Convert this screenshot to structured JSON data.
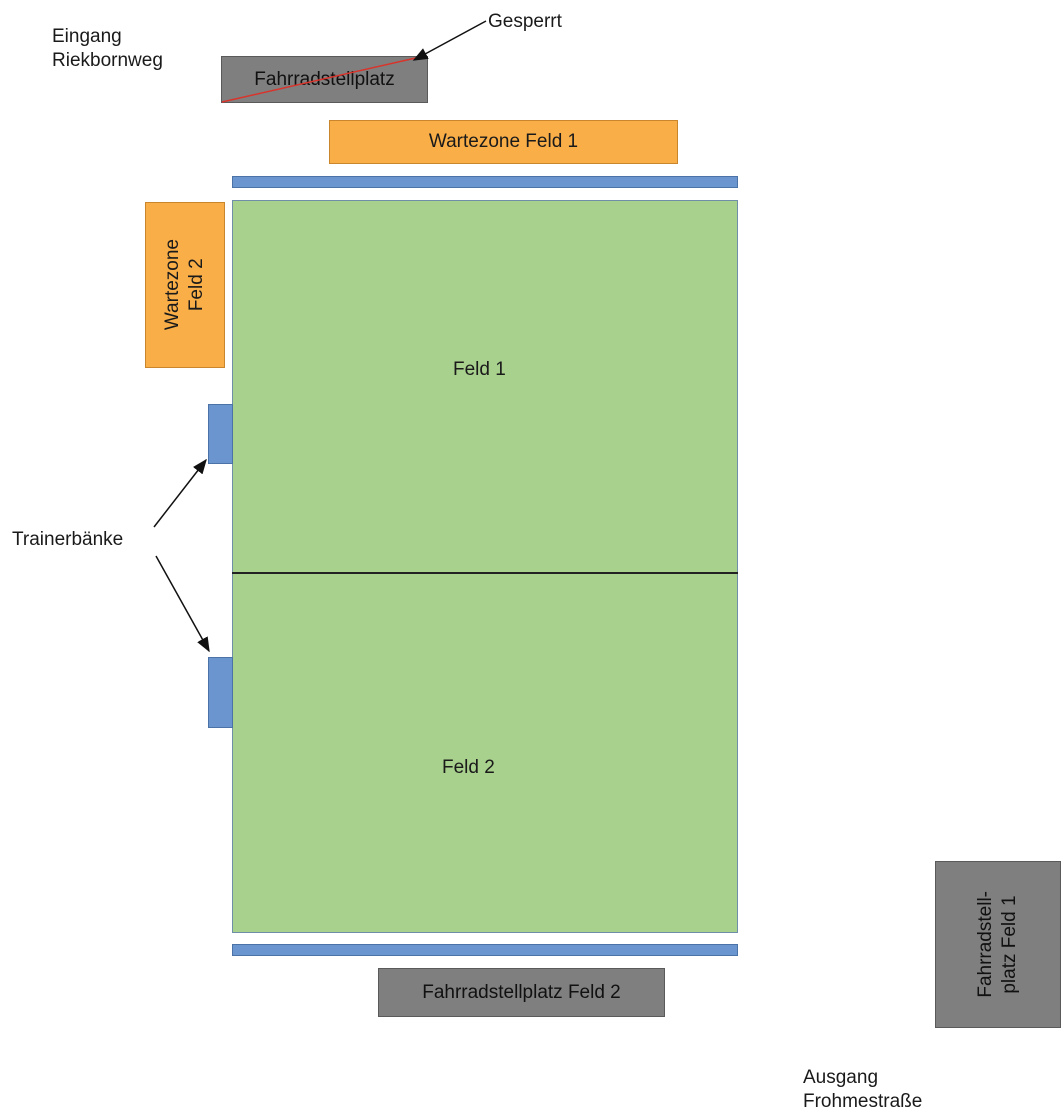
{
  "entrance": {
    "line1": "Eingang",
    "line2": "Riekbornweg"
  },
  "exit": {
    "line1": "Ausgang",
    "line2": "Frohmestraße"
  },
  "blocked_label": "Gesperrt",
  "bike_parking_top": "Fahrradstellplatz",
  "waiting_zone_1": "Wartezone Feld 1",
  "waiting_zone_2": {
    "line1": "Wartezone",
    "line2": "Feld 2"
  },
  "field_1": "Feld 1",
  "field_2": "Feld 2",
  "coach_benches": "Trainerbänke",
  "bike_parking_field_2": "Fahrradstellplatz Feld 2",
  "bike_parking_field_1": {
    "line1": "Fahrradstell-",
    "line2": "platz Feld 1"
  },
  "colors": {
    "field": "#a9d18e",
    "waiting_zone": "#f9ae48",
    "bike_parking": "#7f7f7f",
    "bench": "#6a95cf",
    "blocked_strike": "#d9342b"
  }
}
